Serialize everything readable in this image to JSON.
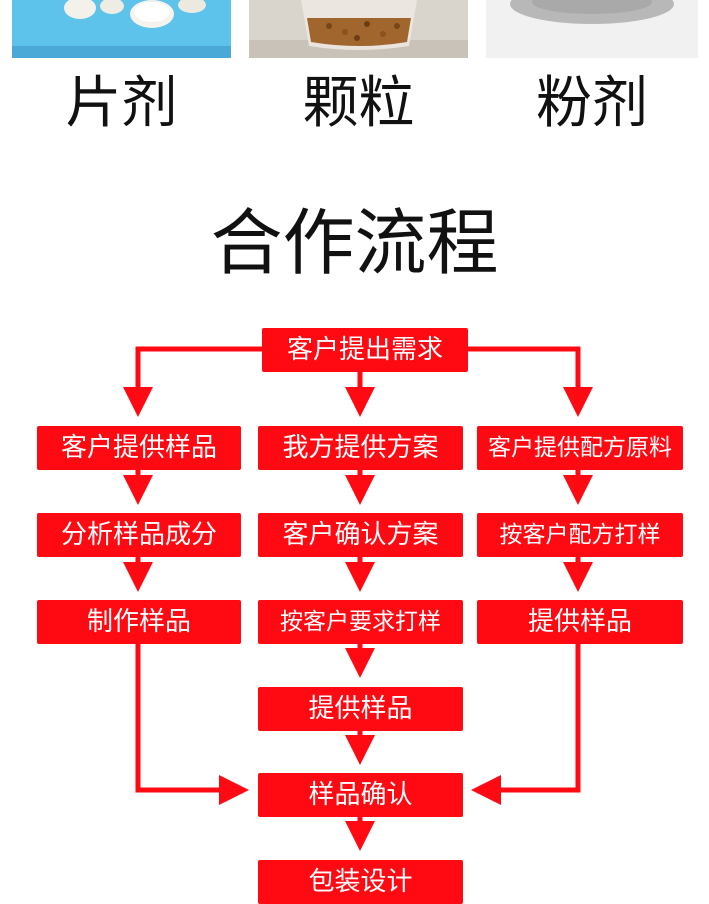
{
  "products": [
    {
      "name": "片剂",
      "image": "tablets-photo"
    },
    {
      "name": "颗粒",
      "image": "granules-photo"
    },
    {
      "name": "粉剂",
      "image": "powder-photo"
    }
  ],
  "section_title": "合作流程",
  "flow": {
    "top": "客户提出需求",
    "left": [
      "客户提供样品",
      "分析样品成分",
      "制作样品"
    ],
    "middle": [
      "我方提供方案",
      "客户确认方案",
      "按客户要求打样",
      "提供样品",
      "样品确认",
      "包装设计"
    ],
    "right": [
      "客户提供配方原料",
      "按客户配方打样",
      "提供样品"
    ]
  },
  "colors": {
    "box": "#ff0a13",
    "line": "#ff0a13",
    "box_text": "#ffffff",
    "title": "#111111"
  }
}
